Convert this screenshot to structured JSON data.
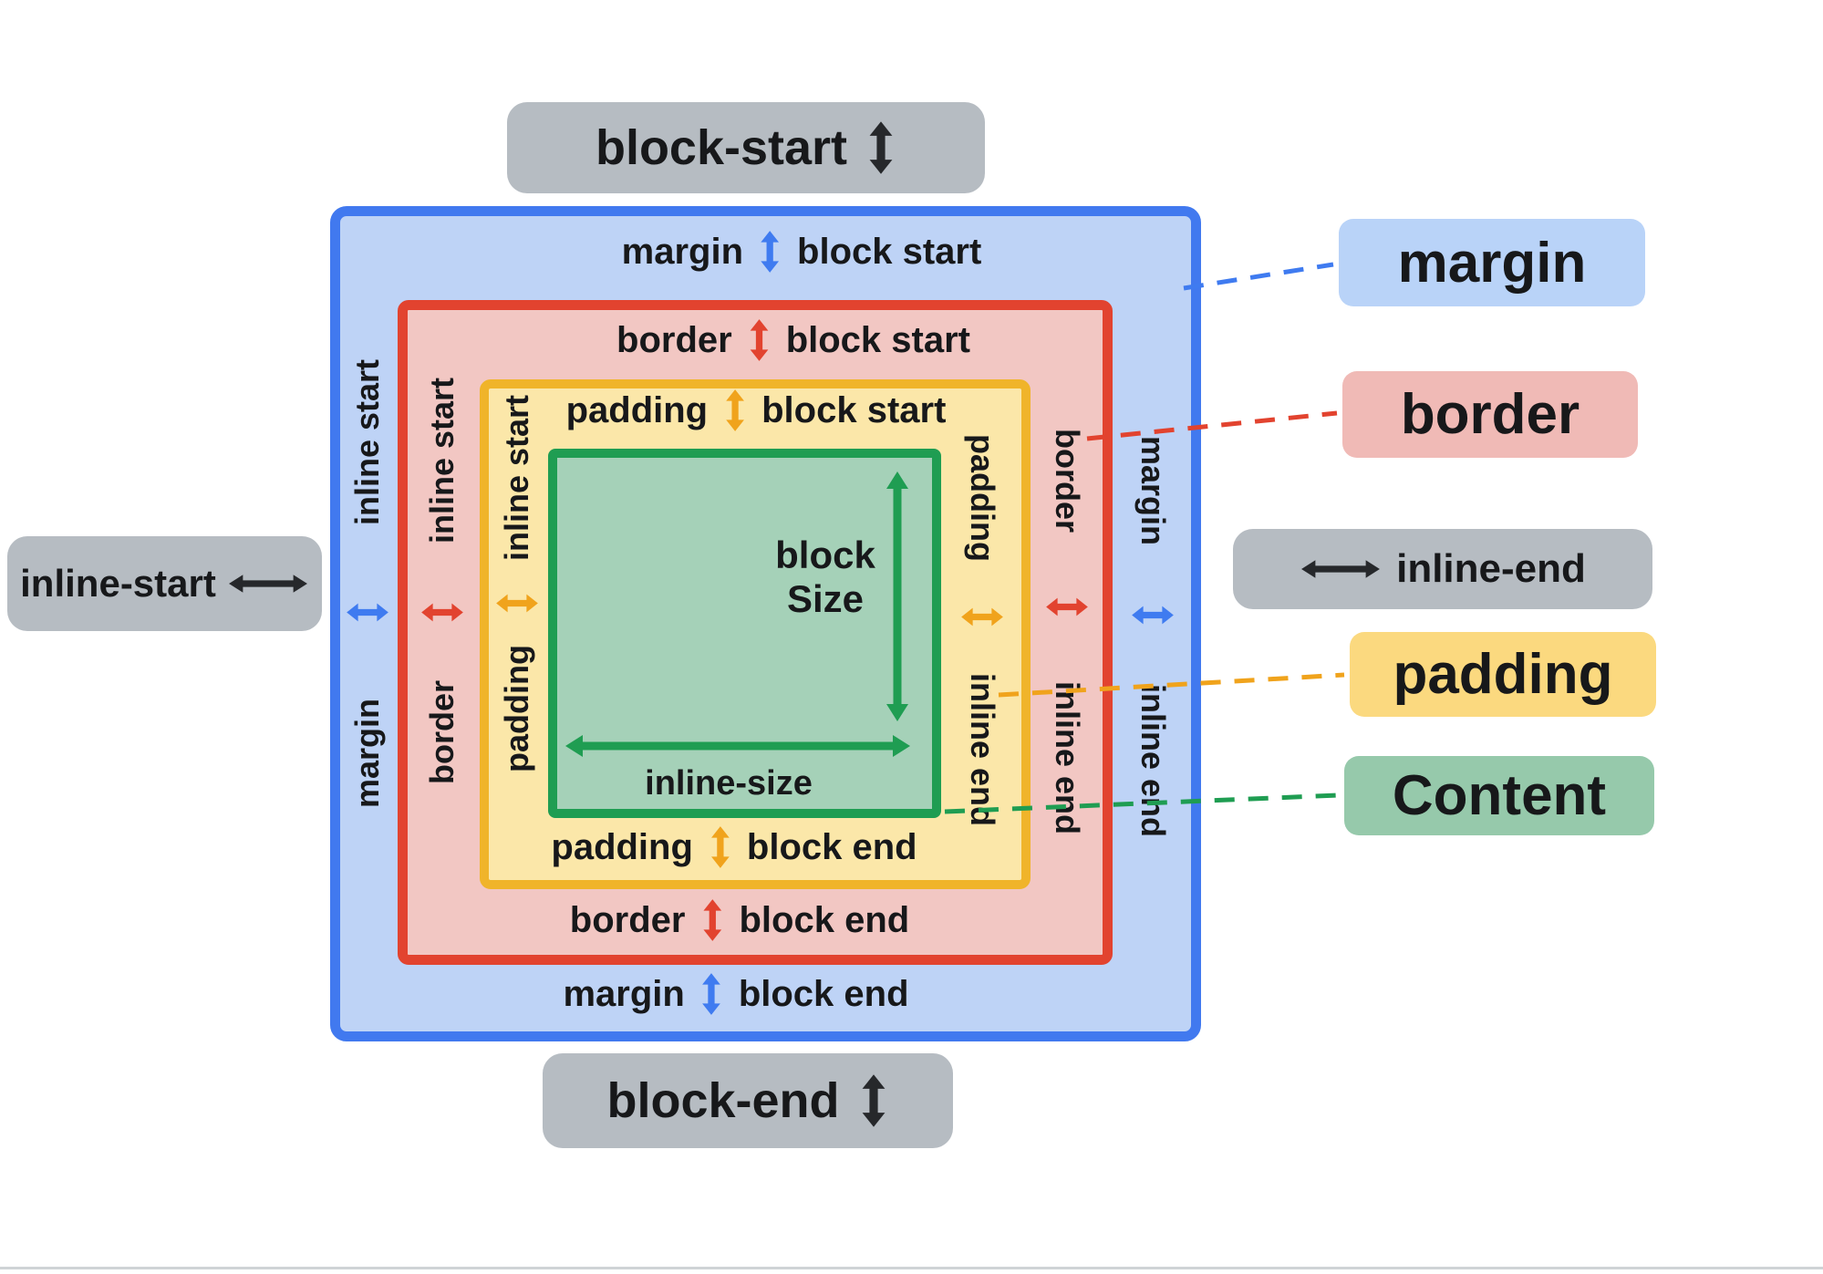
{
  "colors": {
    "margin_fill": "#bed3f6",
    "margin_stroke": "#4179ef",
    "border_fill": "#f2c7c3",
    "border_stroke": "#e2432f",
    "padding_fill": "#fbe7a9",
    "padding_stroke": "#f0b42a",
    "content_fill": "#a5d1b8",
    "content_stroke": "#1f9d52",
    "gray_label_bg": "#b6bcc2",
    "legend_margin_bg": "#b9d3f8",
    "legend_border_bg": "#f0bab6",
    "legend_padding_bg": "#fbd97f",
    "legend_content_bg": "#96c9ab",
    "arrow_blue": "#3f7bf0",
    "arrow_red": "#e2432f",
    "arrow_yellow": "#f0a31c",
    "arrow_green": "#1f9d52",
    "arrow_black": "#26282b"
  },
  "outer_labels": {
    "block_start": "block-start",
    "block_end": "block-end",
    "inline_start": "inline-start",
    "inline_end": "inline-end"
  },
  "edges": {
    "top": [
      {
        "a": "margin",
        "b": "block start"
      },
      {
        "a": "border",
        "b": "block start"
      },
      {
        "a": "padding",
        "b": "block start"
      }
    ],
    "bottom": [
      {
        "a": "padding",
        "b": "block end"
      },
      {
        "a": "border",
        "b": "block end"
      },
      {
        "a": "margin",
        "b": "block end"
      }
    ],
    "left": [
      {
        "a": "inline start",
        "b": "margin"
      },
      {
        "a": "inline start",
        "b": "border"
      },
      {
        "a": "inline start",
        "b": "padding"
      }
    ],
    "right": [
      {
        "a": "padding",
        "b": "inline end"
      },
      {
        "a": "border",
        "b": "inline end"
      },
      {
        "a": "margin",
        "b": "inline end"
      }
    ]
  },
  "content": {
    "block_size_line1": "block",
    "block_size_line2": "Size",
    "inline_size": "inline-size"
  },
  "legend": {
    "margin": "margin",
    "border": "border",
    "padding": "padding",
    "content": "Content"
  }
}
